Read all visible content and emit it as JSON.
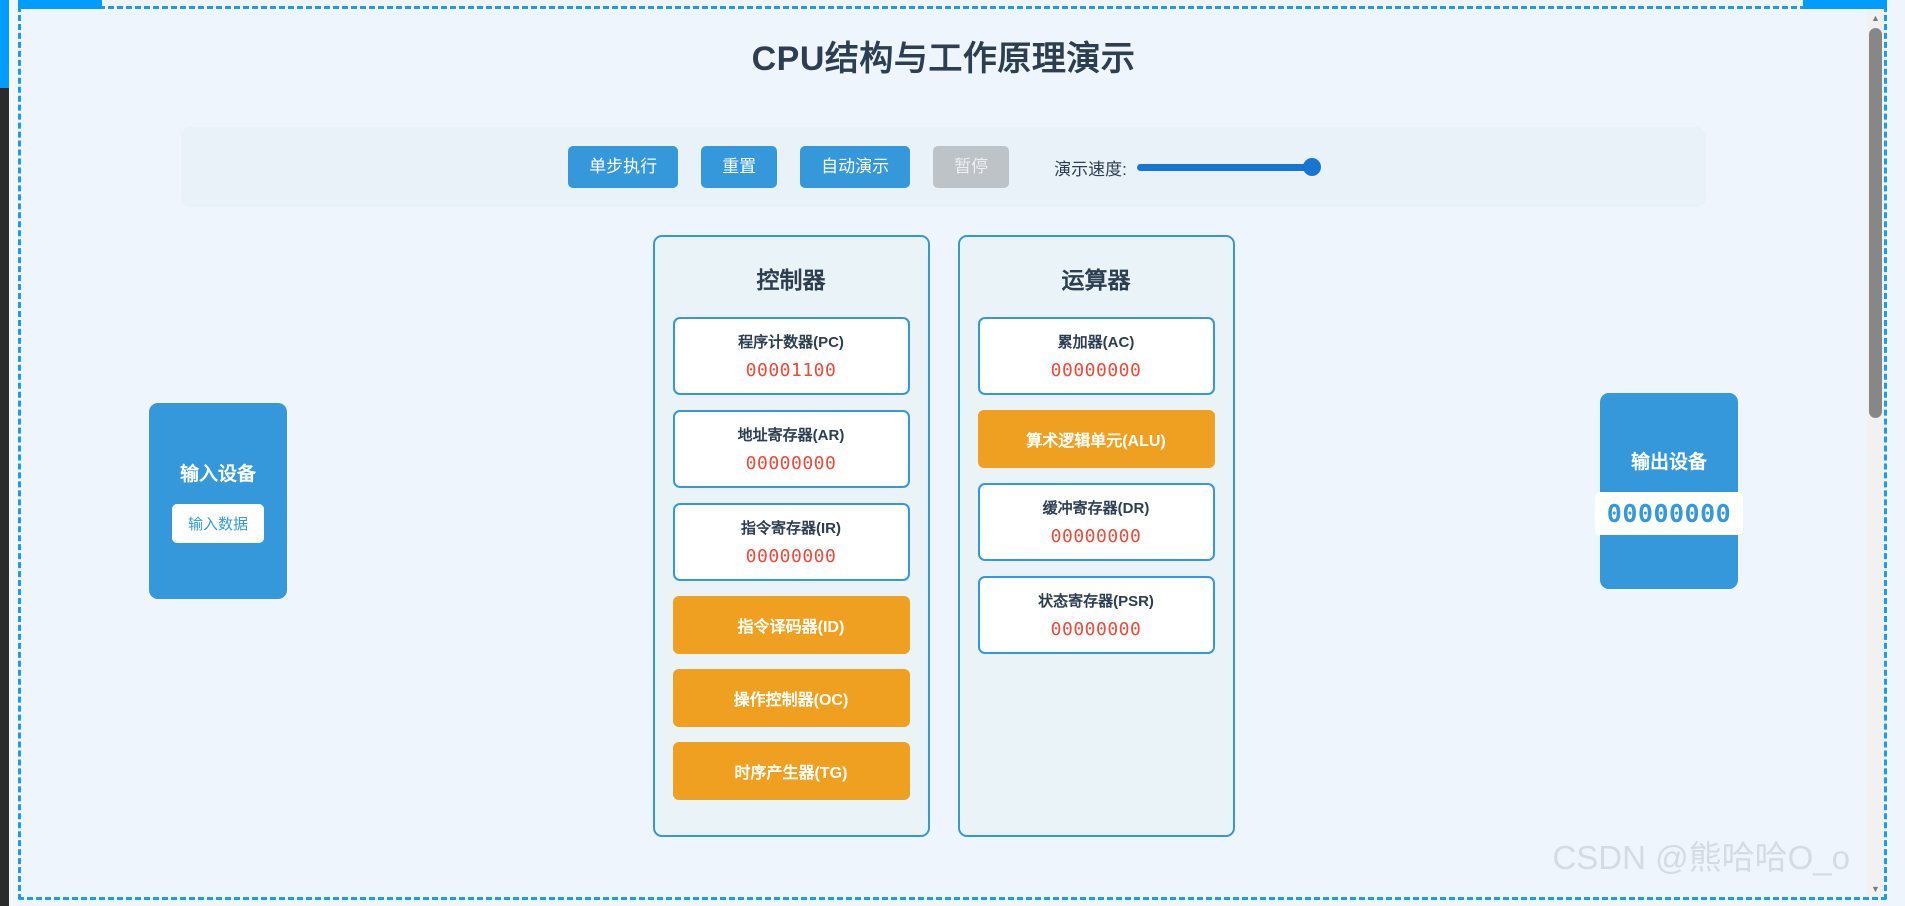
{
  "page": {
    "title": "CPU结构与工作原理演示",
    "watermark": "CSDN @熊哈哈O_o"
  },
  "controls": {
    "buttons": [
      {
        "label": "单步执行",
        "state": "enabled"
      },
      {
        "label": "重置",
        "state": "enabled"
      },
      {
        "label": "自动演示",
        "state": "enabled"
      },
      {
        "label": "暂停",
        "state": "disabled"
      }
    ],
    "speed": {
      "label": "演示速度:",
      "value": 100,
      "min": 0,
      "max": 100
    }
  },
  "input_device": {
    "title": "输入设备",
    "button_label": "输入数据"
  },
  "output_device": {
    "title": "输出设备",
    "value": "00000000"
  },
  "controller_unit": {
    "title": "控制器",
    "registers": [
      {
        "name": "程序计数器(PC)",
        "value": "00001100"
      },
      {
        "name": "地址寄存器(AR)",
        "value": "00000000"
      },
      {
        "name": "指令寄存器(IR)",
        "value": "00000000"
      }
    ],
    "blocks": [
      {
        "label": "指令译码器(ID)"
      },
      {
        "label": "操作控制器(OC)"
      },
      {
        "label": "时序产生器(TG)"
      }
    ]
  },
  "alu_unit": {
    "title": "运算器",
    "registers_top": [
      {
        "name": "累加器(AC)",
        "value": "00000000"
      }
    ],
    "blocks": [
      {
        "label": "算术逻辑单元(ALU)"
      }
    ],
    "registers_bottom": [
      {
        "name": "缓冲寄存器(DR)",
        "value": "00000000"
      },
      {
        "name": "状态寄存器(PSR)",
        "value": "00000000"
      }
    ]
  },
  "colors": {
    "primary_blue": "#3498db",
    "orange": "#f0a020",
    "value_red": "#e74c3c",
    "disabled_gray": "#bdc3c7",
    "page_bg": "#eef5fd",
    "title_dark": "#2c3e50"
  },
  "icons": {
    "scroll_up": "▲",
    "scroll_down": "▼"
  }
}
